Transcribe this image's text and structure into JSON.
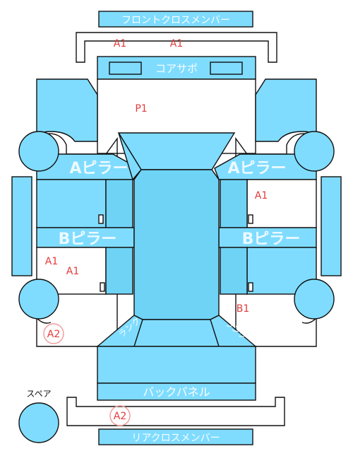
{
  "labels": {
    "front_cross_member": "フロントクロスメンバー",
    "core_support": "コアサポ",
    "a_pillar_left": "Aピラー",
    "a_pillar_right": "Aピラー",
    "b_pillar_left": "Bピラー",
    "b_pillar_right": "Bピラー",
    "back_panel": "バックパネル",
    "rear_cross_member": "リアクロスメンバー",
    "spare": "スペア",
    "trunk_left": "ランク",
    "trunk_right": "ランク"
  },
  "marks": {
    "front_a1_left": "A1",
    "front_a1_right": "A1",
    "p1": "P1",
    "right_a1": "A1",
    "left_a1_top": "A1",
    "left_a1_bottom": "A1",
    "b1": "B1",
    "left_a2": "A2",
    "rear_a2": "A2"
  },
  "colors": {
    "panel": "#7fdcff",
    "mark": "#e23b3b"
  }
}
